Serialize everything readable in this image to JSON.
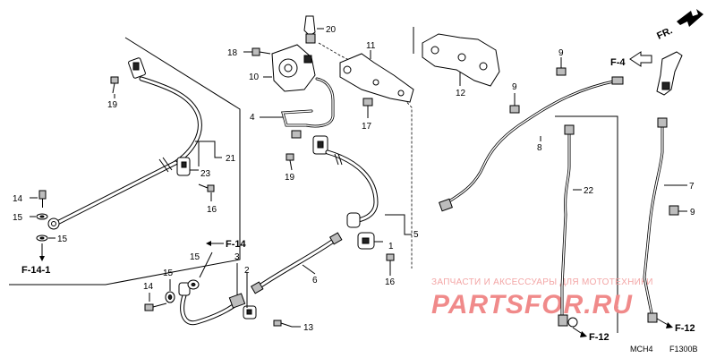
{
  "callouts": {
    "c1": "1",
    "c2": "2",
    "c3": "3",
    "c4": "4",
    "c5": "5",
    "c6": "6",
    "c7": "7",
    "c8": "8",
    "c9a": "9",
    "c9b": "9",
    "c9c": "9",
    "c10": "10",
    "c11": "11",
    "c12": "12",
    "c13": "13",
    "c14a": "14",
    "c14b": "14",
    "c15a": "15",
    "c15b": "15",
    "c15c": "15",
    "c15d": "15",
    "c16a": "16",
    "c16b": "16",
    "c17": "17",
    "c18": "18",
    "c19a": "19",
    "c19b": "19",
    "c20": "20",
    "c21": "21",
    "c22": "22",
    "c23": "23"
  },
  "refs": {
    "f4": "F-4",
    "f12a": "F-12",
    "f12b": "F-12",
    "f14": "F-14",
    "f141": "F-14-1",
    "fr": "FR."
  },
  "codes": {
    "model": "MCH4",
    "figure": "F1300B"
  },
  "watermark": {
    "tagline": "ЗАПЧАСТИ И АКСЕССУАРЫ ДЛЯ МОТОТЕХНИКИ",
    "brand": "PARTSFOR.RU"
  },
  "colors": {
    "line": "#000000",
    "watermark": "#f08a8a"
  }
}
